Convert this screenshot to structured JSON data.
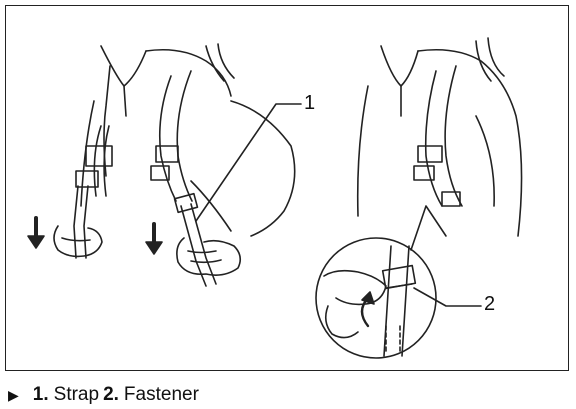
{
  "callouts": {
    "one": "1",
    "two": "2"
  },
  "caption": {
    "marker_icon": "play-triangle-icon",
    "items": [
      {
        "number": "1.",
        "label": "Strap"
      },
      {
        "number": "2.",
        "label": "Fastener"
      }
    ]
  },
  "colors": {
    "line": "#222222",
    "background": "#ffffff"
  }
}
